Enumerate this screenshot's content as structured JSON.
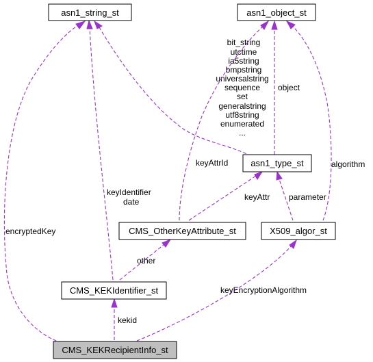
{
  "nodes": {
    "asn1_string_st": "asn1_string_st",
    "asn1_object_st": "asn1_object_st",
    "asn1_type_st": "asn1_type_st",
    "cms_otherkeyattribute_st": "CMS_OtherKeyAttribute_st",
    "x509_algor_st": "X509_algor_st",
    "cms_kekidentifier_st": "CMS_KEKIdentifier_st",
    "cms_kekrecipientinfo_st": "CMS_KEKRecipientInfo_st"
  },
  "edge_labels": {
    "type_members": [
      "bit_string",
      "utctime",
      "ia5string",
      "bmpstring",
      "universalstring",
      "sequence",
      "set",
      "generalstring",
      "utf8string",
      "enumerated",
      "..."
    ],
    "object": "object",
    "keyAttrId": "keyAttrId",
    "algorithm": "algorithm",
    "keyAttr": "keyAttr",
    "parameter": "parameter",
    "keyIdentifier_date": [
      "keyIdentifier",
      "date"
    ],
    "encryptedKey": "encryptedKey",
    "other": "other",
    "keyEncryptionAlgorithm": "keyEncryptionAlgorithm",
    "kekid": "kekid"
  },
  "colors": {
    "edge": "#9a32cd",
    "focus_node_fill": "#bfbfbf"
  }
}
